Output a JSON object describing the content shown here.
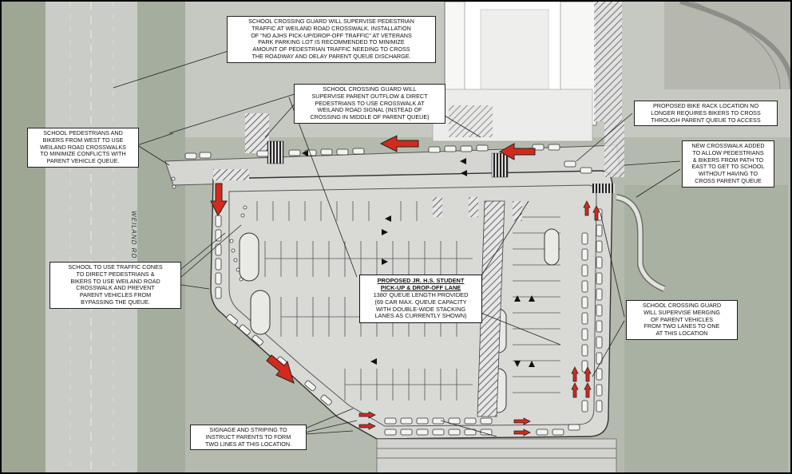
{
  "road_label": "WEILAND RD",
  "notes": {
    "top": [
      "SCHOOL CROSSING GUARD WILL SUPERVISE PEDESTRIAN",
      "TRAFFIC AT WEILAND ROAD CROSSWALK. INSTALLATION",
      "OF \"NO AJHS PICK-UP/DROP-OFF TRAFFIC\" AT VETERANS",
      "PARK PARKING LOT IS RECOMMENDED TO MINIMIZE",
      "AMOUNT OF PEDESTRIAN TRAFFIC NEEDING TO CROSS",
      "THE ROADWAY AND DELAY PARENT QUEUE DISCHARGE."
    ],
    "guard_outflow": [
      "SCHOOL CROSSING GUARD WILL",
      "SUPERVISE PARENT OUTFLOW & DIRECT",
      "PEDESTRIANS TO USE CROSSWALK AT",
      "WEILAND ROAD SIGNAL (INSTEAD OF",
      "CROSSING IN MIDDLE OF PARENT QUEUE)"
    ],
    "bike_rack": [
      "PROPOSED BIKE RACK LOCATION NO",
      "LONGER REQUIRES BIKERS TO CROSS",
      "THROUGH PARENT QUEUE TO ACCESS"
    ],
    "west_pedestrians": [
      "SCHOOL PEDESTRIANS AND",
      "BIKERS FROM WEST TO USE",
      "WEILAND ROAD CROSSWALKS",
      "TO MINIMIZE CONFLICTS WITH",
      "PARENT VEHICLE QUEUE."
    ],
    "new_crosswalk": [
      "NEW CROSSWALK ADDED",
      "TO ALLOW PEDESTRIANS",
      "& BIKERS FROM PATH TO",
      "EAST TO GET TO SCHOOL",
      "WITHOUT HAVING TO",
      "CROSS PARENT QUEUE"
    ],
    "traffic_cones": [
      "SCHOOL TO USE TRAFFIC CONES",
      "TO DIRECT PEDESTRIANS &",
      "BIKERS TO USE WEILAND ROAD",
      "CROSSWALK AND PREVENT",
      "PARENT VEHICLES FROM",
      "BYPASSING THE QUEUE."
    ],
    "guard_merging": [
      "SCHOOL CROSSING GUARD",
      "WILL SUPERVISE MERGING",
      "OF PARENT VEHICLES",
      "FROM TWO LANES TO ONE",
      "AT THIS LOCATION"
    ],
    "signage": [
      "SIGNAGE AND STRIPING TO",
      "INSTRUCT PARENTS TO FORM",
      "TWO LINES AT THIS LOCATION."
    ]
  },
  "proposed_lane": {
    "title_lines": [
      "PROPOSED JR. H.S. STUDENT",
      "PICK-UP & DROP-OFF LANE"
    ],
    "body": [
      "1380' QUEUE LENGTH PROVIDED",
      "(69 CAR MAX. QUEUE CAPACITY",
      "WITH DOUBLE-WIDE STACKING",
      "LANES AS CURRENTLY SHOWN)"
    ]
  },
  "colors": {
    "arrow_red": "#d42a1c",
    "arrow_outline": "#222222",
    "pavement": "#d9dad6",
    "grass": "#aab3a3",
    "building": "#ffffff"
  }
}
